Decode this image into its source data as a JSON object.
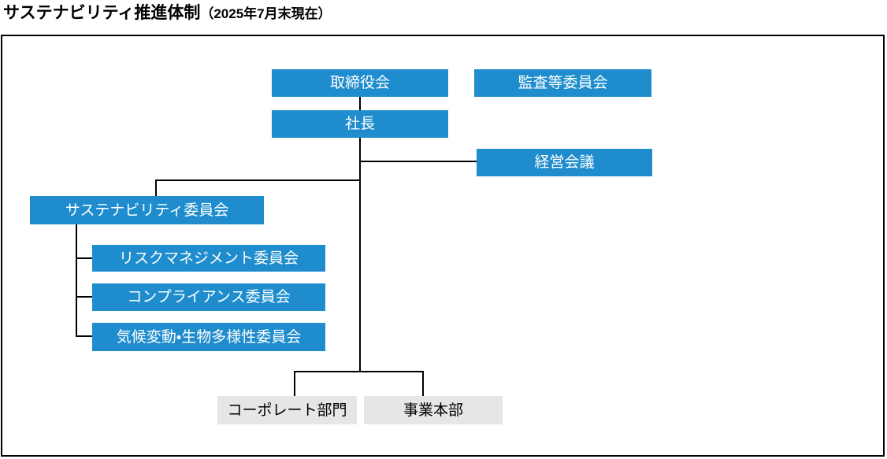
{
  "title": {
    "main": "サステナビリティ推進体制",
    "note": "（2025年7月末現在）"
  },
  "org": {
    "board_of_directors": "取締役会",
    "audit_committee": "監査等委員会",
    "president": "社長",
    "management_meeting": "経営会議",
    "sustainability_committee": "サステナビリティ委員会",
    "risk_management_committee": "リスクマネジメント委員会",
    "compliance_committee": "コンプライアンス委員会",
    "climate_biodiversity_committee": "気候変動・生物多様性委員会",
    "corporate_division": "コーポレート部門",
    "business_division": "事業本部"
  },
  "colors": {
    "node_blue": "#1f8dcd",
    "node_gray": "#e6e6e6",
    "line": "#000000",
    "text_on_blue": "#ffffff",
    "text_on_gray": "#000000"
  }
}
